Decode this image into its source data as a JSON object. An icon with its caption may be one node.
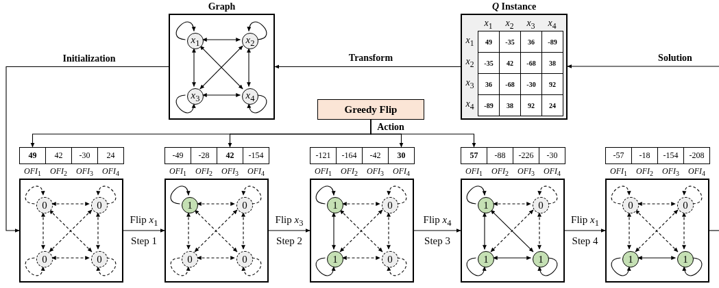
{
  "diagram": {
    "nodes": [
      {
        "text": [
          "Graph"
        ]
      },
      {
        "text": [
          "*x*$_{1}$"
        ],
        "in": 0
      },
      {
        "text": [
          "*x*$_{2}$"
        ],
        "in": 0
      },
      {
        "text": [
          "*x*$_{3}$"
        ],
        "in": 0
      },
      {
        "text": [
          "*x*$_{4}$"
        ],
        "in": 0
      },
      {
        "text": [
          "*Q* Instance"
        ]
      },
      {
        "text": [
          "Greedy Flip"
        ]
      },
      {
        "text": [
          "49"
        ],
        "beside": [
          "*OFI*$_{1}$"
        ]
      },
      {
        "text": [
          "42"
        ],
        "beside": [
          "*OFI*$_{2}$"
        ]
      },
      {
        "text": [
          "-30"
        ],
        "beside": [
          "*OFI*$_{3}$"
        ]
      },
      {
        "text": [
          "24"
        ],
        "beside": [
          "*OFI*$_{4}$"
        ]
      },
      {
        "text": [],
        "shape": "box"
      },
      {
        "text": [
          "0"
        ],
        "in": 11
      },
      {
        "text": [
          "0"
        ],
        "in": 11
      },
      {
        "text": [
          "0"
        ],
        "in": 11
      },
      {
        "text": [
          "0"
        ],
        "in": 11
      },
      {
        "text": [
          "-49"
        ],
        "beside": [
          "*OFI*$_{1}$"
        ]
      },
      {
        "text": [
          "-28"
        ],
        "beside": [
          "*OFI*$_{2}$"
        ]
      },
      {
        "text": [
          "42"
        ],
        "beside": [
          "*OFI*$_{3}$"
        ]
      },
      {
        "text": [
          "-154"
        ],
        "beside": [
          "*OFI*$_{4}$"
        ]
      },
      {
        "text": [],
        "shape": "box"
      },
      {
        "text": [
          "1"
        ],
        "in": 20
      },
      {
        "text": [
          "0"
        ],
        "in": 20
      },
      {
        "text": [
          "0"
        ],
        "in": 20
      },
      {
        "text": [
          "0"
        ],
        "in": 20
      },
      {
        "text": [
          "-121"
        ],
        "beside": [
          "*OFI*$_{1}$"
        ]
      },
      {
        "text": [
          "-164"
        ],
        "beside": [
          "*OFI*$_{2}$"
        ]
      },
      {
        "text": [
          "-42"
        ],
        "beside": [
          "*OFI*$_{3}$"
        ]
      },
      {
        "text": [
          "30"
        ],
        "beside": [
          "*OFI*$_{4}$"
        ]
      },
      {
        "text": [],
        "shape": "box"
      },
      {
        "text": [
          "1"
        ],
        "in": 29
      },
      {
        "text": [
          "0"
        ],
        "in": 29
      },
      {
        "text": [
          "1"
        ],
        "in": 29
      },
      {
        "text": [
          "0"
        ],
        "in": 29
      },
      {
        "text": [
          "57"
        ],
        "beside": [
          "*OFI*$_{1}$"
        ]
      },
      {
        "text": [
          "-88"
        ],
        "beside": [
          "*OFI*$_{2}$"
        ]
      },
      {
        "text": [
          "-226"
        ],
        "beside": [
          "*OFI*$_{3}$"
        ]
      },
      {
        "text": [
          "-30"
        ],
        "beside": [
          "*OFI*$_{4}$"
        ]
      },
      {
        "text": [],
        "shape": "box"
      },
      {
        "text": [
          "1"
        ],
        "in": 38
      },
      {
        "text": [
          "0"
        ],
        "in": 38
      },
      {
        "text": [
          "1"
        ],
        "in": 38
      },
      {
        "text": [
          "1"
        ],
        "in": 38
      },
      {
        "text": [
          "-57"
        ],
        "beside": [
          "*OFI*$_{1}$"
        ]
      },
      {
        "text": [
          "-18"
        ],
        "beside": [
          "*OFI*$_{2}$"
        ]
      },
      {
        "text": [
          "-154"
        ],
        "beside": [
          "*OFI*$_{3}$"
        ]
      },
      {
        "text": [
          "-208"
        ],
        "beside": [
          "*OFI*$_{4}$"
        ]
      },
      {
        "text": [],
        "shape": "box"
      },
      {
        "text": [
          "0"
        ],
        "in": 47
      },
      {
        "text": [
          "0"
        ],
        "in": 47
      },
      {
        "text": [
          "1"
        ],
        "in": 47
      },
      {
        "text": [
          "1"
        ],
        "in": 47
      }
    ],
    "edges": [
      {
        "from": null,
        "to": 5,
        "arrow": "to",
        "label": "Solution"
      },
      {
        "from": 5,
        "to": 0,
        "arrow": "to",
        "label": "Transform"
      },
      {
        "from": 0,
        "to": 11,
        "arrow": "to",
        "label": "Initialization"
      },
      {
        "from": 6,
        "to": 7,
        "arrow": "to",
        "label": "Action"
      },
      {
        "from": 6,
        "to": 18,
        "arrow": "to"
      },
      {
        "from": 6,
        "to": 28,
        "arrow": "to"
      },
      {
        "from": 6,
        "to": 34,
        "arrow": "to"
      },
      {
        "from": 11,
        "to": 20,
        "arrow": "to",
        "label": "Flip *x*$_{1}$"
      },
      {
        "from": 20,
        "to": 29,
        "arrow": "to",
        "label": "Flip *x*$_{3}$"
      },
      {
        "from": 29,
        "to": 38,
        "arrow": "to",
        "label": "Flip *x*$_{4}$"
      },
      {
        "from": 38,
        "to": 47,
        "arrow": "to",
        "label": "Flip *x*$_{1}$"
      },
      {
        "from": 47,
        "to": null,
        "arrow": "none"
      },
      {
        "from": 1,
        "to": 1,
        "arrow": "to"
      },
      {
        "from": 2,
        "to": 2,
        "arrow": "to"
      },
      {
        "from": 3,
        "to": 3,
        "arrow": "to"
      },
      {
        "from": 4,
        "to": 4,
        "arrow": "to"
      },
      {
        "from": 1,
        "to": 2,
        "arrow": "both"
      },
      {
        "from": 1,
        "to": 3,
        "arrow": "both"
      },
      {
        "from": 1,
        "to": 4,
        "arrow": "both"
      },
      {
        "from": 2,
        "to": 3,
        "arrow": "both"
      },
      {
        "from": 2,
        "to": 4,
        "arrow": "both"
      },
      {
        "from": 3,
        "to": 4,
        "arrow": "both"
      },
      {
        "from": 12,
        "to": 12,
        "arrow": "to",
        "style": "dashed"
      },
      {
        "from": 13,
        "to": 13,
        "arrow": "to",
        "style": "dashed"
      },
      {
        "from": 14,
        "to": 14,
        "arrow": "to",
        "style": "dashed"
      },
      {
        "from": 15,
        "to": 15,
        "arrow": "to",
        "style": "dashed"
      },
      {
        "from": 12,
        "to": 13,
        "arrow": "both",
        "style": "dashed"
      },
      {
        "from": 12,
        "to": 14,
        "arrow": "both",
        "style": "dashed"
      },
      {
        "from": 12,
        "to": 15,
        "arrow": "both",
        "style": "dashed"
      },
      {
        "from": 13,
        "to": 14,
        "arrow": "both",
        "style": "dashed"
      },
      {
        "from": 13,
        "to": 15,
        "arrow": "both",
        "style": "dashed"
      },
      {
        "from": 14,
        "to": 15,
        "arrow": "both",
        "style": "dashed"
      },
      {
        "from": 21,
        "to": 21,
        "arrow": "to"
      },
      {
        "from": 22,
        "to": 22,
        "arrow": "to",
        "style": "dashed"
      },
      {
        "from": 23,
        "to": 23,
        "arrow": "to",
        "style": "dashed"
      },
      {
        "from": 24,
        "to": 24,
        "arrow": "to",
        "style": "dashed"
      },
      {
        "from": 21,
        "to": 22,
        "arrow": "both",
        "style": "dashed"
      },
      {
        "from": 21,
        "to": 23,
        "arrow": "both",
        "style": "dashed"
      },
      {
        "from": 21,
        "to": 24,
        "arrow": "both",
        "style": "dashed"
      },
      {
        "from": 22,
        "to": 23,
        "arrow": "both",
        "style": "dashed"
      },
      {
        "from": 22,
        "to": 24,
        "arrow": "both",
        "style": "dashed"
      },
      {
        "from": 23,
        "to": 24,
        "arrow": "both",
        "style": "dashed"
      },
      {
        "from": 30,
        "to": 30,
        "arrow": "to"
      },
      {
        "from": 31,
        "to": 31,
        "arrow": "to",
        "style": "dashed"
      },
      {
        "from": 32,
        "to": 32,
        "arrow": "to"
      },
      {
        "from": 33,
        "to": 33,
        "arrow": "to",
        "style": "dashed"
      },
      {
        "from": 30,
        "to": 31,
        "arrow": "both",
        "style": "dashed"
      },
      {
        "from": 30,
        "to": 32,
        "arrow": "both"
      },
      {
        "from": 30,
        "to": 33,
        "arrow": "both",
        "style": "dashed"
      },
      {
        "from": 31,
        "to": 32,
        "arrow": "both",
        "style": "dashed"
      },
      {
        "from": 31,
        "to": 33,
        "arrow": "both",
        "style": "dashed"
      },
      {
        "from": 32,
        "to": 33,
        "arrow": "both",
        "style": "dashed"
      },
      {
        "from": 39,
        "to": 39,
        "arrow": "to"
      },
      {
        "from": 40,
        "to": 40,
        "arrow": "to",
        "style": "dashed"
      },
      {
        "from": 41,
        "to": 41,
        "arrow": "to"
      },
      {
        "from": 42,
        "to": 42,
        "arrow": "to"
      },
      {
        "from": 39,
        "to": 40,
        "arrow": "both",
        "style": "dashed"
      },
      {
        "from": 39,
        "to": 41,
        "arrow": "both"
      },
      {
        "from": 39,
        "to": 42,
        "arrow": "both"
      },
      {
        "from": 40,
        "to": 41,
        "arrow": "both",
        "style": "dashed"
      },
      {
        "from": 40,
        "to": 42,
        "arrow": "both",
        "style": "dashed"
      },
      {
        "from": 41,
        "to": 42,
        "arrow": "both"
      },
      {
        "from": 48,
        "to": 48,
        "arrow": "to",
        "style": "dashed"
      },
      {
        "from": 49,
        "to": 49,
        "arrow": "to",
        "style": "dashed"
      },
      {
        "from": 50,
        "to": 50,
        "arrow": "to"
      },
      {
        "from": 51,
        "to": 51,
        "arrow": "to"
      },
      {
        "from": 48,
        "to": 49,
        "arrow": "both",
        "style": "dashed"
      },
      {
        "from": 48,
        "to": 50,
        "arrow": "both",
        "style": "dashed"
      },
      {
        "from": 48,
        "to": 51,
        "arrow": "both",
        "style": "dashed"
      },
      {
        "from": 49,
        "to": 50,
        "arrow": "both",
        "style": "dashed"
      },
      {
        "from": 49,
        "to": 51,
        "arrow": "both",
        "style": "dashed"
      },
      {
        "from": 50,
        "to": 51,
        "arrow": "both"
      }
    ],
    "labels": [
      "*x*$_{1}$",
      "*x*$_{2}$",
      "*x*$_{3}$",
      "*x*$_{4}$",
      "*x*$_{1}$",
      "49",
      "-35",
      "36",
      "-89",
      "*x*$_{2}$",
      "-35",
      "42",
      "-68",
      "38",
      "*x*$_{3}$",
      "36",
      "-68",
      "-30",
      "92",
      "*x*$_{4}$",
      "-89",
      "38",
      "92",
      "24",
      "Step 1",
      "Step 2",
      "Step 3",
      "Step 4"
    ]
  }
}
